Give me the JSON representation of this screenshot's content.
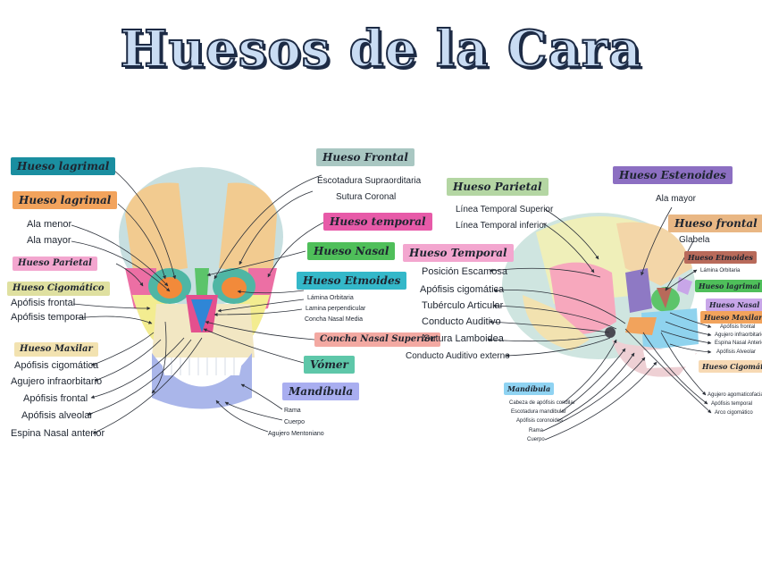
{
  "title": "Huesos de la Cara",
  "colors": {
    "teal": "#1a8ea0",
    "orange": "#f2a35c",
    "pink": "#f3a6cf",
    "olive": "#dfe0a0",
    "sand": "#f2e2b0",
    "gray": "#a9c7c2",
    "magenta": "#e75aa8",
    "green": "#4fbf5a",
    "cyan": "#34b8c9",
    "salmon": "#f3a9a2",
    "periwinkle": "#a9aef0",
    "purple": "#8c6fc2",
    "tan": "#e9b784",
    "brown": "#b86a5a",
    "aqua": "#5ec7a9",
    "sage": "#b4d6a3",
    "lime": "#cfe8a4",
    "mint": "#8ad5b8"
  },
  "front": {
    "left_tags": [
      {
        "text": "Hueso lagrimal",
        "color": "#1a8ea0"
      },
      {
        "text": "Hueso lagrimal",
        "color": "#f2a35c"
      },
      {
        "text": "Hueso Parietal",
        "color": "#f3a6cf"
      },
      {
        "text": "Hueso Cigomático",
        "color": "#dfe0a0"
      },
      {
        "text": "Hueso Maxilar",
        "color": "#f2e2b0"
      }
    ],
    "left_labels": [
      "Ala menor",
      "Ala mayor",
      "Apófisis frontal",
      "Apófisis temporal",
      "Apófisis cigomática",
      "Agujero infraorbitario",
      "Apófisis frontal",
      "Apófisis alveolar",
      "Espina Nasal anterior"
    ],
    "right_tags": [
      {
        "text": "Hueso Frontal",
        "color": "#a9c7c2"
      },
      {
        "text": "Hueso temporal",
        "color": "#e75aa8"
      },
      {
        "text": "Hueso Nasal",
        "color": "#4fbf5a"
      },
      {
        "text": "Hueso Etmoides",
        "color": "#34b8c9"
      },
      {
        "text": "Concha Nasal Superior",
        "color": "#f3a9a2"
      },
      {
        "text": "Vómer",
        "color": "#5ec7a9"
      },
      {
        "text": "Mandíbula",
        "color": "#a9aef0"
      }
    ],
    "right_labels": [
      "Escotadura Supraorditaria",
      "Sutura Coronal",
      "Lámina Orbitaria",
      "Lamina perpendicular",
      "Concha Nasal Media",
      "Rama",
      "Cuerpo",
      "Agujero Mentoniano"
    ]
  },
  "side": {
    "tags": [
      {
        "text": "Hueso Parietal",
        "color": "#b4d6a3"
      },
      {
        "text": "Hueso Temporal",
        "color": "#f3a6cf"
      },
      {
        "text": "Hueso Estenoides",
        "color": "#8c6fc2"
      },
      {
        "text": "Hueso frontal",
        "color": "#e9b784"
      },
      {
        "text": "Hueso Etmoides",
        "color": "#b86a5a"
      },
      {
        "text": "Hueso lagrimal",
        "color": "#4fbf5a"
      },
      {
        "text": "Hueso Nasal",
        "color": "#c8a6e8"
      },
      {
        "text": "Hueso Maxilar",
        "color": "#f2a35c"
      },
      {
        "text": "Hueso Cigomático",
        "color": "#f7d9b4"
      },
      {
        "text": "Mandíbula",
        "color": "#8fd3f2"
      }
    ],
    "labels_left": [
      "Línea Temporal Superior",
      "Línea Temporal inferior",
      "Posición Escamosa",
      "Apófisis cigomática",
      "Tubérculo Articular",
      "Conducto Auditivo",
      "Sutura Lamboidea",
      "Conducto Auditivo externo"
    ],
    "labels_right": [
      "Ala mayor",
      "Glabela",
      "Lámina Orbitaria",
      "Apófisis frontal",
      "Agujero infraorbitario",
      "Espina Nasal Anterior",
      "Apófisis Alveolar",
      "Agujero agomaticofacial",
      "Apófisis temporal",
      "Arco cigomático"
    ],
    "mandible_labels": [
      "Cabeza de apófisis condilar",
      "Escotadura mandibular",
      "Apófisis coronoides",
      "Rama",
      "Cuerpo"
    ]
  }
}
